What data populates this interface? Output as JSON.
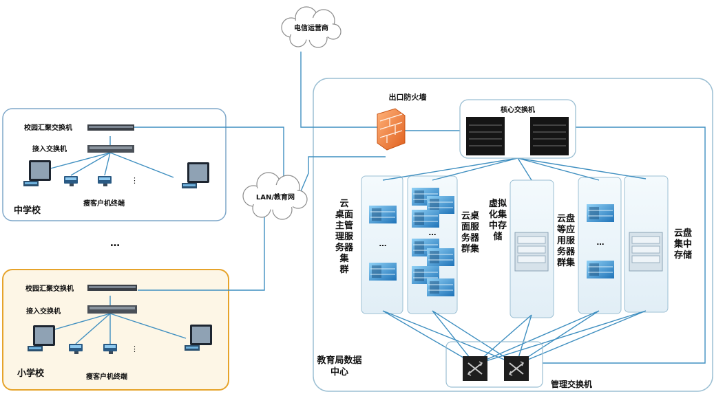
{
  "cloud_isp": "电信运营商",
  "cloud_lan": "LAN/教育网",
  "firewall": "出口防火墙",
  "core_switch": "核心交换机",
  "dc_label": "教育局数据中心",
  "mgmt_switch": "管理交换机",
  "middle_school": {
    "name": "中学校",
    "agg_switch": "校园汇聚交换机",
    "access_switch": "接入交换机",
    "clients": "瘦客户机终端",
    "dots": "⋮"
  },
  "between_dots": "…",
  "primary_school": {
    "name": "小学校",
    "agg_switch": "校园汇聚交换机",
    "access_switch": "接入交换机",
    "clients": "瘦客户机终端",
    "dots": "⋮"
  },
  "clusters": [
    {
      "label": "云桌面主管理服务器集群",
      "dots": "…"
    },
    {
      "label": "云桌面服务器群集",
      "dots": "…"
    },
    {
      "label": "虚拟化集中存储"
    },
    {
      "label": "云盘等应用服务器群集",
      "dots": "…"
    },
    {
      "label": "云盘集中存储"
    }
  ],
  "colors": {
    "line": "#3f8fc0",
    "panel_border": "#9bbfd3",
    "school_border": "#7ea7c9",
    "primary_border": "#e6a32a",
    "primary_bg": "#fdf6e6",
    "server_blue": "#2d8ac8",
    "firewall": "#f0803a"
  }
}
